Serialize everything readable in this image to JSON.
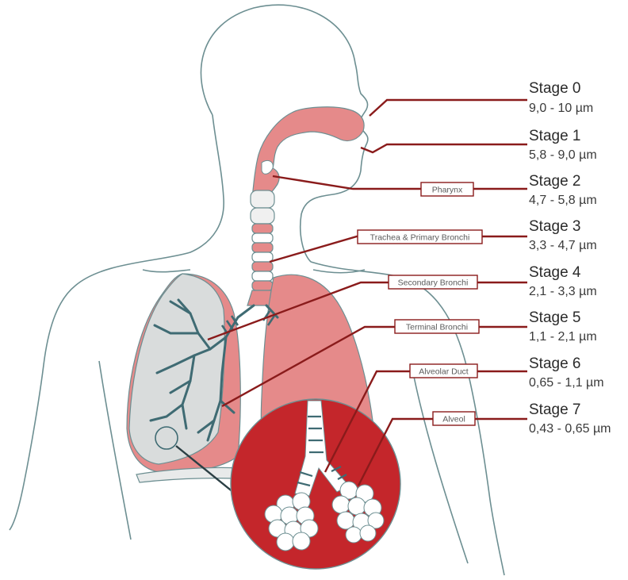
{
  "stages": [
    {
      "title": "Stage 0",
      "range": "9,0 - 10 µm"
    },
    {
      "title": "Stage 1",
      "range": "5,8 - 9,0 µm"
    },
    {
      "title": "Stage 2",
      "range": "4,7 - 5,8 µm"
    },
    {
      "title": "Stage 3",
      "range": "3,3 - 4,7 µm"
    },
    {
      "title": "Stage 4",
      "range": "2,1 - 3,3 µm"
    },
    {
      "title": "Stage 5",
      "range": "1,1 - 2,1 µm"
    },
    {
      "title": "Stage 6",
      "range": "0,65 - 1,1 µm"
    },
    {
      "title": "Stage 7",
      "range": "0,43 - 0,65 µm"
    }
  ],
  "labels": {
    "pharynx": "Pharynx",
    "trachea": "Trachea & Primary Bronchi",
    "secondary": "Secondary Bronchi",
    "terminal": "Terminal Bronchi",
    "alveolar_duct": "Alveolar Duct",
    "alveol": "Alveol"
  },
  "colors": {
    "leader": "#8a1b1b",
    "airway_pink": "#e58a8a",
    "lung_grey": "#d9dcdc",
    "zoom_red": "#c4262b",
    "bronchi_teal": "#3f6b73",
    "outline": "#6d8f92"
  }
}
